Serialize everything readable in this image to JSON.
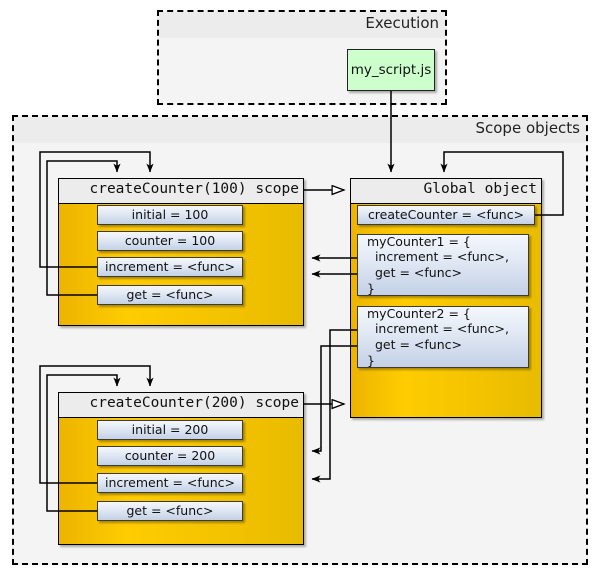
{
  "diagram": {
    "title": "JavaScript closure scope diagram",
    "colors": {
      "scope_fill": "#f2c200",
      "object_header": "#ececec",
      "property_fill": "#c3d0e6",
      "script_fill": "#ccffcc",
      "line": "#000000",
      "group_fill": "#f4f4f4"
    }
  },
  "groups": {
    "execution": {
      "title": "Execution"
    },
    "scope_objects": {
      "title": "Scope objects"
    }
  },
  "script_node": {
    "label": "my_script.js"
  },
  "boxes": {
    "scope100": {
      "title": "createCounter(100) scope",
      "props": [
        {
          "label": "initial = 100"
        },
        {
          "label": "counter = 100"
        },
        {
          "label": "increment = <func>"
        },
        {
          "label": "get = <func>"
        }
      ]
    },
    "scope200": {
      "title": "createCounter(200) scope",
      "props": [
        {
          "label": "initial = 200"
        },
        {
          "label": "counter = 200"
        },
        {
          "label": "increment = <func>"
        },
        {
          "label": "get = <func>"
        }
      ]
    },
    "global": {
      "title": "Global object",
      "props": [
        {
          "label": "createCounter = <func>"
        },
        {
          "label": "myCounter1 = {\n  increment = <func>,\n  get = <func>\n}"
        },
        {
          "label": "myCounter2 = {\n  increment = <func>,\n  get = <func>\n}"
        }
      ]
    }
  }
}
